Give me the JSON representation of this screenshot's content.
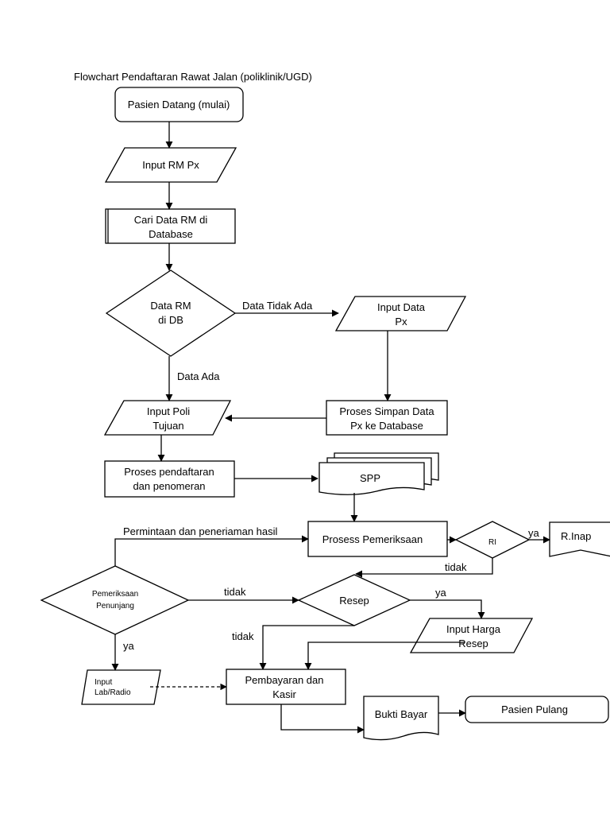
{
  "title": "Flowchart Pendaftaran Rawat Jalan (poliklinik/UGD)",
  "nodes": {
    "start": "Pasien Datang (mulai)",
    "input_rm": "Input RM Px",
    "cari_data": [
      "Cari Data RM di",
      "Database"
    ],
    "decision_db": [
      "Data RM",
      "di DB"
    ],
    "input_data_px": [
      "Input Data",
      "Px"
    ],
    "proses_simpan": [
      "Proses Simpan Data",
      "Px ke Database"
    ],
    "input_poli": [
      "Input Poli",
      "Tujuan"
    ],
    "proses_pendaftaran": [
      "Proses pendaftaran",
      "dan penomeran"
    ],
    "spp": "SPP",
    "pemeriksaan": "Prosess Pemeriksaan",
    "ri": "RI",
    "r_inap": "R.Inap",
    "penunjang": [
      "Pemeriksaan",
      "Penunjang"
    ],
    "resep": "Resep",
    "input_harga": [
      "Input Harga",
      "Resep"
    ],
    "input_lab": [
      "Input",
      "Lab/Radio"
    ],
    "pembayaran": [
      "Pembayaran dan",
      "Kasir"
    ],
    "bukti_bayar": "Bukti Bayar",
    "pasien_pulang": "Pasien Pulang"
  },
  "edge_labels": {
    "data_tidak_ada": "Data Tidak Ada",
    "data_ada": "Data Ada",
    "permintaan": "Permintaan dan peneriaman hasil",
    "ri_ya": "ya",
    "ri_tidak": "tidak",
    "penunjang_tidak": "tidak",
    "resep_ya": "ya",
    "resep_tidak": "tidak",
    "penunjang_ya": "ya"
  }
}
